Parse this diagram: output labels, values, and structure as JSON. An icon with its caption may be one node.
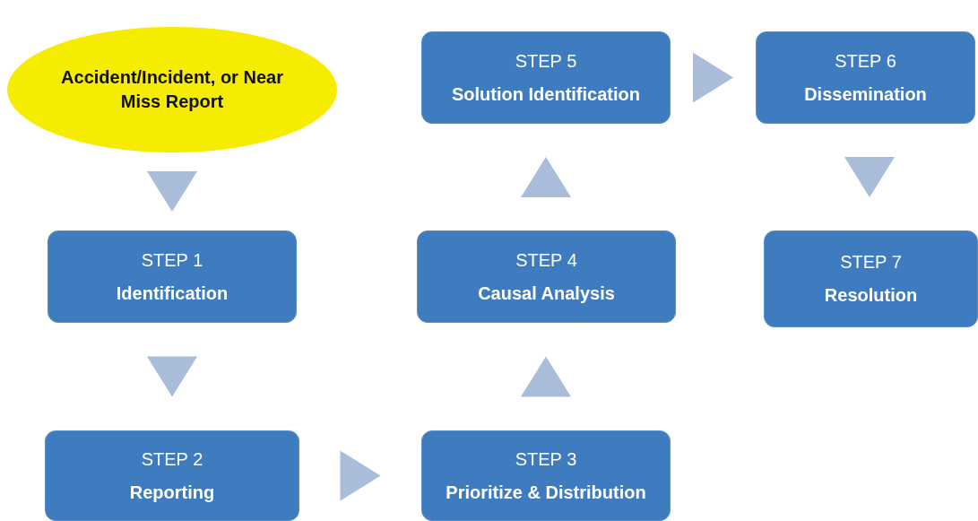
{
  "diagram": {
    "nodes": [
      {
        "text": [
          "Accident/Incident, or Near Miss Report"
        ]
      },
      {
        "text": [
          "STEP 1",
          "Identification"
        ]
      },
      {
        "text": [
          "STEP 2",
          "Reporting"
        ]
      },
      {
        "text": [
          "STEP 3",
          "Prioritize & Distribution"
        ]
      },
      {
        "text": [
          "STEP 4",
          "Causal Analysis"
        ]
      },
      {
        "text": [
          "STEP 5",
          "Solution Identification"
        ]
      },
      {
        "text": [
          "STEP 6",
          "Dissemination"
        ]
      },
      {
        "text": [
          "STEP 7",
          "Resolution"
        ]
      }
    ],
    "edges": [
      {
        "from": 0,
        "to": 1,
        "arrow": "to"
      },
      {
        "from": 1,
        "to": 2,
        "arrow": "to"
      },
      {
        "from": 2,
        "to": 3,
        "arrow": "to"
      },
      {
        "from": 3,
        "to": 4,
        "arrow": "to"
      },
      {
        "from": 4,
        "to": 5,
        "arrow": "to"
      },
      {
        "from": 5,
        "to": 6,
        "arrow": "to"
      },
      {
        "from": 6,
        "to": 7,
        "arrow": "to"
      }
    ]
  }
}
